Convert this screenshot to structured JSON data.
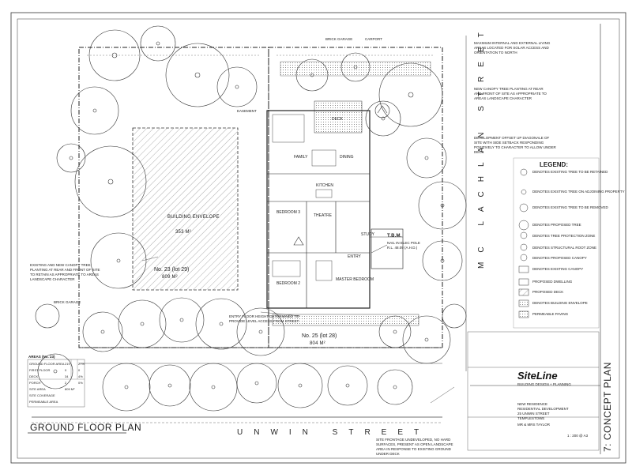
{
  "sheet": {
    "drawing_title": "GROUND FLOOR PLAN",
    "sheet_title": "7: CONCEPT PLAN"
  },
  "streets": {
    "bottom": "UNWIN STREET",
    "right": "MC LACHLAN STREET"
  },
  "lots": {
    "lot23": "No. 23 (lot 29)",
    "lot23_area": "809 M²",
    "lot25": "No. 25 (lot 28)",
    "lot25_area": "804 M²"
  },
  "building_envelope": {
    "label": "BUILDING ENVELOPE",
    "area": "353 M²"
  },
  "rooms": {
    "family": "FAMILY",
    "dining": "DINING",
    "kitchen": "KITCHEN",
    "bedroom3": "BEDROOM 3",
    "theatre": "THEATRE",
    "bedroom2": "BEDROOM 2",
    "master": "MASTER BEDROOM",
    "entry": "ENTRY",
    "study": "STUDY",
    "deck": "DECK"
  },
  "site_labels": {
    "easement": "EASEMENT",
    "brick_garage_top": "BRICK GARAGE",
    "carport": "CARPORT",
    "brick_garage_left": "BRICK GARAGE",
    "tbm": "T.B.M.",
    "tbm_sub1": "NAIL IN ELEC POLE",
    "tbm_sub2": "R.L. 48.09 (A.H.D.)"
  },
  "notes": {
    "left_note_1": "EXISTING AND NEW CANOPY TREE",
    "left_note_2": "PLANTING AT REAR AND FRONT OF SITE",
    "left_note_3": "TO RETAIN AS APPROPRIATE TO AREAS",
    "left_note_4": "LANDSCAPE CHARACTER",
    "right_note_1a": "MAXIMUM INTERNAL AND EXTERNAL LIVING",
    "right_note_1b": "AREAS LOCATED FOR SOLAR ACCESS AND",
    "right_note_1c": "ORIENTATION TO NORTH",
    "right_note_2a": "NEW CANOPY TREE PLANTING AT REAR",
    "right_note_2b": "AND FRONT OF SITE AS APPROPRIATE TO",
    "right_note_2c": "AREAS LANDSCAPE CHARACTER",
    "right_note_3a": "DEVELOPMENT OFFSET UP DIAGONALE OF",
    "right_note_3b": "SITE WITH SIDE SETBACK RESPONDING",
    "right_note_3c": "POSITIVELY TO CHARACTER TO ALLOW UNDER",
    "right_note_3d": "DECK",
    "entry_note_1": "ENTRY FLOOR HEIGHT DETERMINED TO",
    "entry_note_2": "PROVIDE LEVEL ACCESS FROM STREET",
    "bottom_note_1": "SITE FRONTAGE UNDEVELOPED, NO HARD",
    "bottom_note_2": "SURFACES, PRESENT AS OPEN LANDSCAPE",
    "bottom_note_3": "AREA IN RESPONSE TO EXISTING GROUND",
    "bottom_note_4": "UNDER DECK"
  },
  "legend": {
    "title": "LEGEND:",
    "items": [
      "DENOTES EXISTING TREE TO BE RETAINED",
      "DENOTES EXISTING TREE ON ADJOINING PROPERTY",
      "DENOTES EXISTING TREE TO BE REMOVED",
      "DENOTES PROPOSED TREE",
      "DENOTES TREE PROTECTION ZONE",
      "DENOTES STRUCTURAL ROOT ZONE",
      "DENOTES PROPOSED CANOPY",
      "DENOTES EXISTING CANOPY",
      "PROPOSED DWELLING",
      "PROPOSED DECK",
      "DENOTES BUILDING ENVELOPE",
      "PERMEABLE PAVING"
    ]
  },
  "areas_table": {
    "title": "AREAS (No. 23)",
    "rows": [
      {
        "label": "GROUND FLOOR AREA",
        "v1": "219",
        "v2": "27%"
      },
      {
        "label": "FIRST FLOOR",
        "v1": "0",
        "v2": "0"
      },
      {
        "label": "DECK",
        "v1": "34",
        "v2": "4%"
      },
      {
        "label": "PORCH",
        "v1": "2",
        "v2": "0%"
      },
      {
        "label": "SITE AREA",
        "v1": "809 M²",
        "v2": ""
      },
      {
        "label": "SITE COVERAGE",
        "v1": "",
        "v2": ""
      },
      {
        "label": "PERMEABLE AREA",
        "v1": "",
        "v2": ""
      }
    ]
  },
  "title_block": {
    "logo": "SiteLine",
    "logo_sub": "BUILDING DESIGN + PLANNING",
    "project_1": "NEW RESIDENCE",
    "project_2": "RESIDENTIAL DEVELOPMENT",
    "project_3": "25 UNWIN STREET",
    "project_4": "TEMPLESTOWE",
    "client": "MR & MRS TAYLOR",
    "drawing_no": "1 : 200 @ A3"
  }
}
